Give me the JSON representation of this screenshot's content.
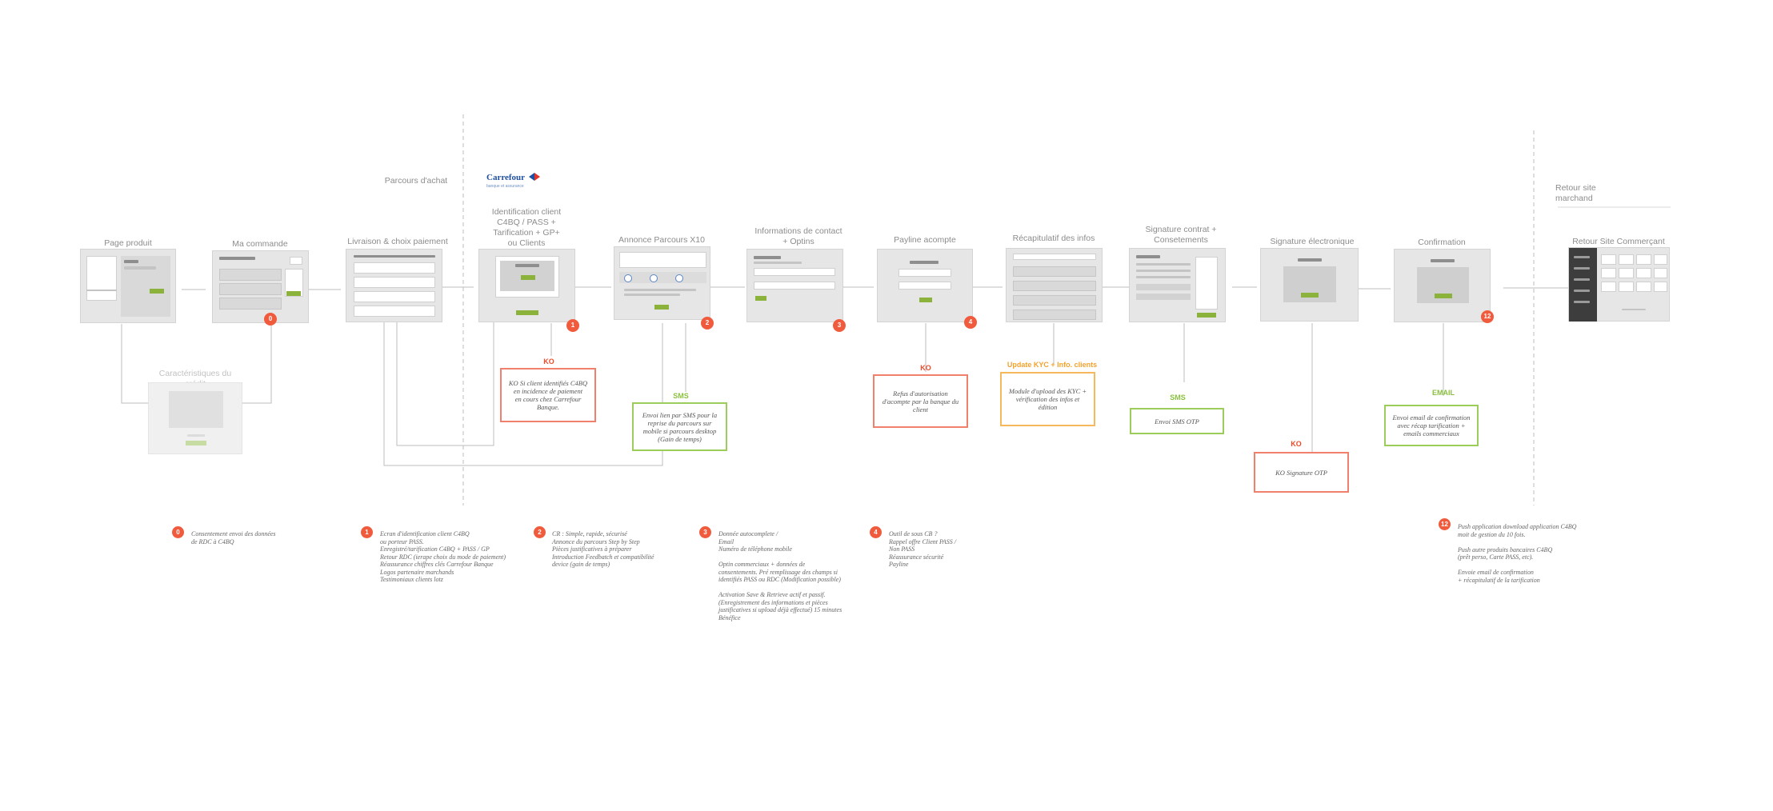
{
  "header": {
    "parcours_label": "Parcours d'achat",
    "retour_label": "Retour site marchand",
    "logo_text": "Carrefour",
    "logo_sub": "banque et assurance"
  },
  "steps": [
    {
      "label": "Page produit"
    },
    {
      "label": "Ma commande",
      "badge": "0"
    },
    {
      "label": "Livraison & choix paiement"
    },
    {
      "label": "Identification client\nC4BQ / PASS +\nTarification + GP+\nou Clients",
      "badge": "1"
    },
    {
      "label": "Annonce Parcours X10",
      "badge": "2"
    },
    {
      "label": "Informations de contact\n+ Optins",
      "badge": "3"
    },
    {
      "label": "Payline acompte",
      "badge": "4"
    },
    {
      "label": "Récapitulatif des infos"
    },
    {
      "label": "Signature contrat +\nConsetements"
    },
    {
      "label": "Signature électronique"
    },
    {
      "label": "Confirmation",
      "badge": "12"
    },
    {
      "label": "Retour Site Commerçant"
    }
  ],
  "credit_box": {
    "label": "Caractéristiques du crédit"
  },
  "outcomes": [
    {
      "tag": "KO",
      "color": "red",
      "text": "KO Si client identifiés C4BQ\nen incidence de paiement\nen cours chez Carrefour\nBanque."
    },
    {
      "tag": "SMS",
      "color": "green",
      "text": "Envoi lien par SMS pour la\nreprise du parcours sur\nmobile si parcours desktop\n(Gain de temps)"
    },
    {
      "tag": "KO",
      "color": "red",
      "text": "Refus d'autorisation\nd'acompte par la banque du\nclient"
    },
    {
      "tag": "Update KYC + Info. clients",
      "color": "orange",
      "text": "Module d'upload des KYC +\nvérification des infos et\nédition"
    },
    {
      "tag": "SMS",
      "color": "green",
      "text": "Envoi SMS OTP"
    },
    {
      "tag": "KO",
      "color": "red",
      "text": "KO Signature OTP"
    },
    {
      "tag": "EMAIL",
      "color": "green",
      "text": "Envoi email de confirmation\navec récap tarification +\nemails commerciaux"
    }
  ],
  "notes": [
    {
      "num": "0",
      "text": "Consentement envoi des données\nde RDC à C4BQ"
    },
    {
      "num": "1",
      "text": "Ecran d'identification client C4BQ\nou porteur PASS.\nEnregistré/tarification C4BQ + PASS / GP\nRetour RDC (ierape choix du mode de paiement)\nRéassurance chiffres clés Carrefour Banque\nLogos partenaire marchands\nTestimoniaux clients lotz"
    },
    {
      "num": "2",
      "text": "CR : Simple, rapide, sécurisé\nAnnonce du parcours Step by Step\nPièces justificatives à préparer\nIntroduction Feedbatch et compatibilité\ndevice (gain de temps)"
    },
    {
      "num": "3",
      "text": "Donnée autocomplete /\nEmail\nNuméro de téléphone mobile\n\nOptin commerciaux + données de\nconsentements. Pré remplissage des champs si\nidentifiés PASS ou RDC (Modification possible)\n\nActivation Save & Retrieve actif et passif.\n(Enregistrement des informations et pièces\njustificatives si upload déjà effectué) 15 minutes\nBénéfice"
    },
    {
      "num": "4",
      "text": "Outil de sous CB ?\nRappel offre Client PASS /\nNon PASS\nRéassurance sécurité\nPayline"
    },
    {
      "num": "12",
      "text": "Push application download application C4BQ\nmoit de gestion du 10 fois.\n\nPush autre produits bancaires C4BQ\n(prêt perso, Carte PASS, etc).\n\nEnvoie email de confirmation\n+ récapitulatif de la tarification"
    }
  ],
  "colors": {
    "accent_green": "#8bb33c",
    "badge_red": "#f15b3d",
    "ko_red": "#ef4a2a",
    "sms_green": "#8ac03e",
    "update_orange": "#f4a22c",
    "logo_blue": "#1f4fa0"
  }
}
